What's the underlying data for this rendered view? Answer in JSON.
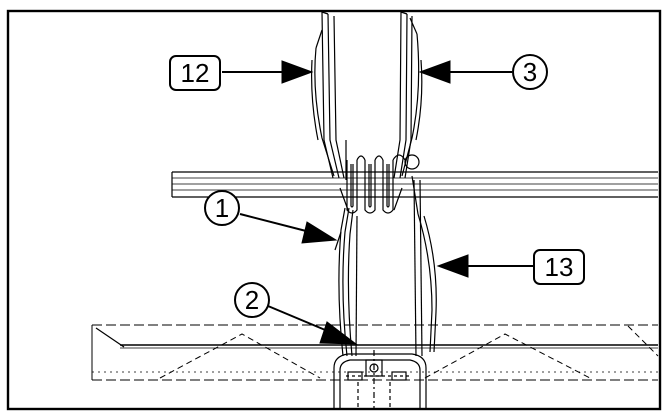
{
  "figure": {
    "background": "#ffffff",
    "ink": "#000000",
    "callouts": [
      {
        "id": "c1",
        "label": "1",
        "shape": "circle"
      },
      {
        "id": "c2",
        "label": "2",
        "shape": "circle"
      },
      {
        "id": "c3",
        "label": "3",
        "shape": "circle"
      },
      {
        "id": "c12",
        "label": "12",
        "shape": "rounded-square"
      },
      {
        "id": "c13",
        "label": "13",
        "shape": "rounded-square"
      }
    ]
  }
}
